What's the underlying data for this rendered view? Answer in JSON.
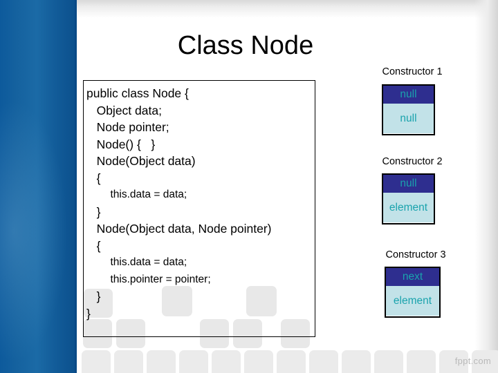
{
  "slide": {
    "title": "Class Node",
    "watermark": "fppt.com",
    "accent_blue": "#0d5a9c",
    "node_top_color": "#2e2e8f",
    "node_bottom_color": "#c2e2e8",
    "node_text_color": "#1aa3ad",
    "border_color": "#000000"
  },
  "code": {
    "lines": [
      "public class Node {",
      "   Object data;",
      "   Node pointer;",
      "   Node() {   }",
      "   Node(Object data)",
      "   {",
      "        this.data = data;",
      "   }",
      "   Node(Object data, Node pointer)",
      "   {",
      "        this.data = data;",
      "        this.pointer = pointer;",
      "   }",
      "}"
    ]
  },
  "constructors": [
    {
      "label": "Constructor 1",
      "pointer_value": "null",
      "data_value": "null"
    },
    {
      "label": "Constructor 2",
      "pointer_value": "null",
      "data_value": "element"
    },
    {
      "label": "Constructor 3",
      "pointer_value": "next",
      "data_value": "element"
    }
  ]
}
